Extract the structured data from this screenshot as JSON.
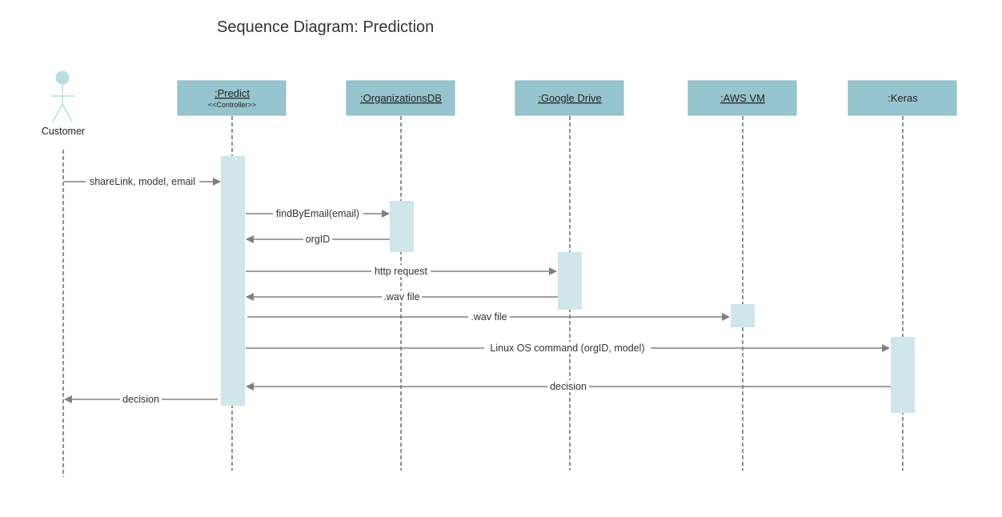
{
  "title": "Sequence Diagram: Prediction",
  "actor": {
    "id": "customer",
    "label": "Customer"
  },
  "lifelines": [
    {
      "id": "predict",
      "label": ":Predict",
      "stereotype": "<<Controller>>"
    },
    {
      "id": "orgdb",
      "label": ":OrganizationsDB"
    },
    {
      "id": "gdrive",
      "label": ":Google Drive"
    },
    {
      "id": "aws",
      "label": ":AWS VM"
    },
    {
      "id": "keras",
      "label": ":Keras"
    }
  ],
  "messages": [
    {
      "from": "customer",
      "to": "predict",
      "label": "shareLink, model, email"
    },
    {
      "from": "predict",
      "to": "orgdb",
      "label": "findByEmail(email)"
    },
    {
      "from": "orgdb",
      "to": "predict",
      "label": "orgID"
    },
    {
      "from": "predict",
      "to": "gdrive",
      "label": "http request"
    },
    {
      "from": "gdrive",
      "to": "predict",
      "label": ".wav file"
    },
    {
      "from": "predict",
      "to": "aws",
      "label": ".wav file"
    },
    {
      "from": "predict",
      "to": "keras",
      "label": "Linux OS command (orgID, model)"
    },
    {
      "from": "keras",
      "to": "predict",
      "label": "decision"
    },
    {
      "from": "predict",
      "to": "customer",
      "label": "decision"
    }
  ],
  "colors": {
    "lifeline_box": "#97c5cf",
    "activation": "#cfe6ea",
    "actor": "#b9dde4",
    "arrow": "#808080"
  }
}
